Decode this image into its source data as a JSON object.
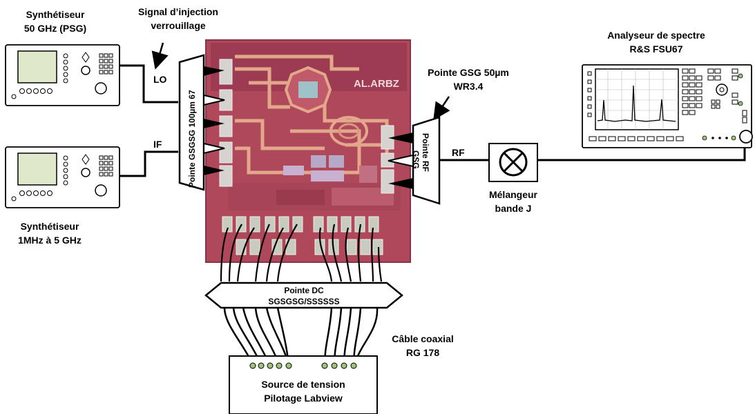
{
  "labels": {
    "synth1_line1": "Synthétiseur",
    "synth1_line2": "50 GHz (PSG)",
    "signal_line1": "Signal d’injection",
    "signal_line2": "verrouillage",
    "lo": "LO",
    "if": "IF",
    "synth2_line1": "Synthétiseur",
    "synth2_line2": "1MHz à 5 GHz",
    "probe_gsgsg": "Pointe GSGSG 100µm 67",
    "probe_gsg_line1": "Pointe GSG 50µm",
    "probe_gsg_line2": "WR3.4",
    "probe_rf_line1": "Pointe RF",
    "probe_rf_line2": "GSG",
    "rf": "RF",
    "analyzer_line1": "Analyseur de spectre",
    "analyzer_line2": "R&S FSU67",
    "mixer_line1": "Mélangeur",
    "mixer_line2": "bande J",
    "chip_text": "AL.ARBZ",
    "dc_probe_line1": "Pointe DC",
    "dc_probe_line2": "SGSGSG/SSSSSS",
    "cable_line1": "Câble coaxial",
    "cable_line2": "RG 178",
    "source_line1": "Source de tension",
    "source_line2": "Pilotage Labview"
  },
  "colors": {
    "chip_bg": "#b0485c",
    "chip_border": "#8a3346",
    "metal": "#e3a88c",
    "pad": "#d6d2cf",
    "connector": "#9ec27a"
  }
}
